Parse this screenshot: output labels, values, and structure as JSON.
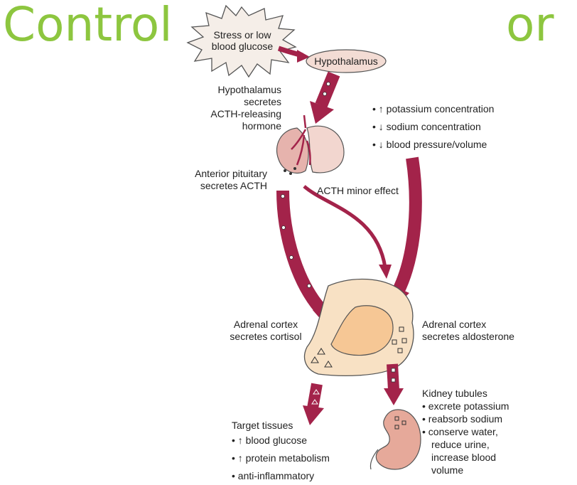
{
  "title": {
    "left": "Control",
    "right": "or"
  },
  "nodes": {
    "stress": [
      "Stress or low",
      "blood glucose"
    ],
    "hypothalamus": "Hypothalamus"
  },
  "labels": {
    "hypothalamus_secretes": [
      "Hypothalamus",
      "secretes",
      "ACTH-releasing",
      "hormone"
    ],
    "anterior_pituitary": [
      "Anterior pituitary",
      "secretes ACTH"
    ],
    "acth_minor": "ACTH minor effect",
    "cortex_left": [
      "Adrenal cortex",
      "secretes cortisol"
    ],
    "cortex_right": [
      "Adrenal cortex",
      "secretes aldosterone"
    ]
  },
  "triggers": [
    "• ↑ potassium concentration",
    "• ↓ sodium concentration",
    "• ↓ blood pressure/volume"
  ],
  "target": {
    "heading": "Target tissues",
    "items": [
      "• ↑ blood glucose",
      "• ↑ protein metabolism",
      "• anti-inflammatory"
    ]
  },
  "kidney": {
    "heading": "Kidney tubules",
    "items": [
      "• excrete potassium",
      "• reabsorb sodium",
      "• conserve water,",
      "reduce urine,",
      "increase blood",
      "volume"
    ]
  },
  "colors": {
    "title": "#8dc63f",
    "arrow": "#a3234a",
    "gland": "#f3d7cd",
    "adrenal_outer": "#f8e1c4",
    "adrenal_inner": "#f6c795",
    "kidney": "#e6a99a"
  }
}
